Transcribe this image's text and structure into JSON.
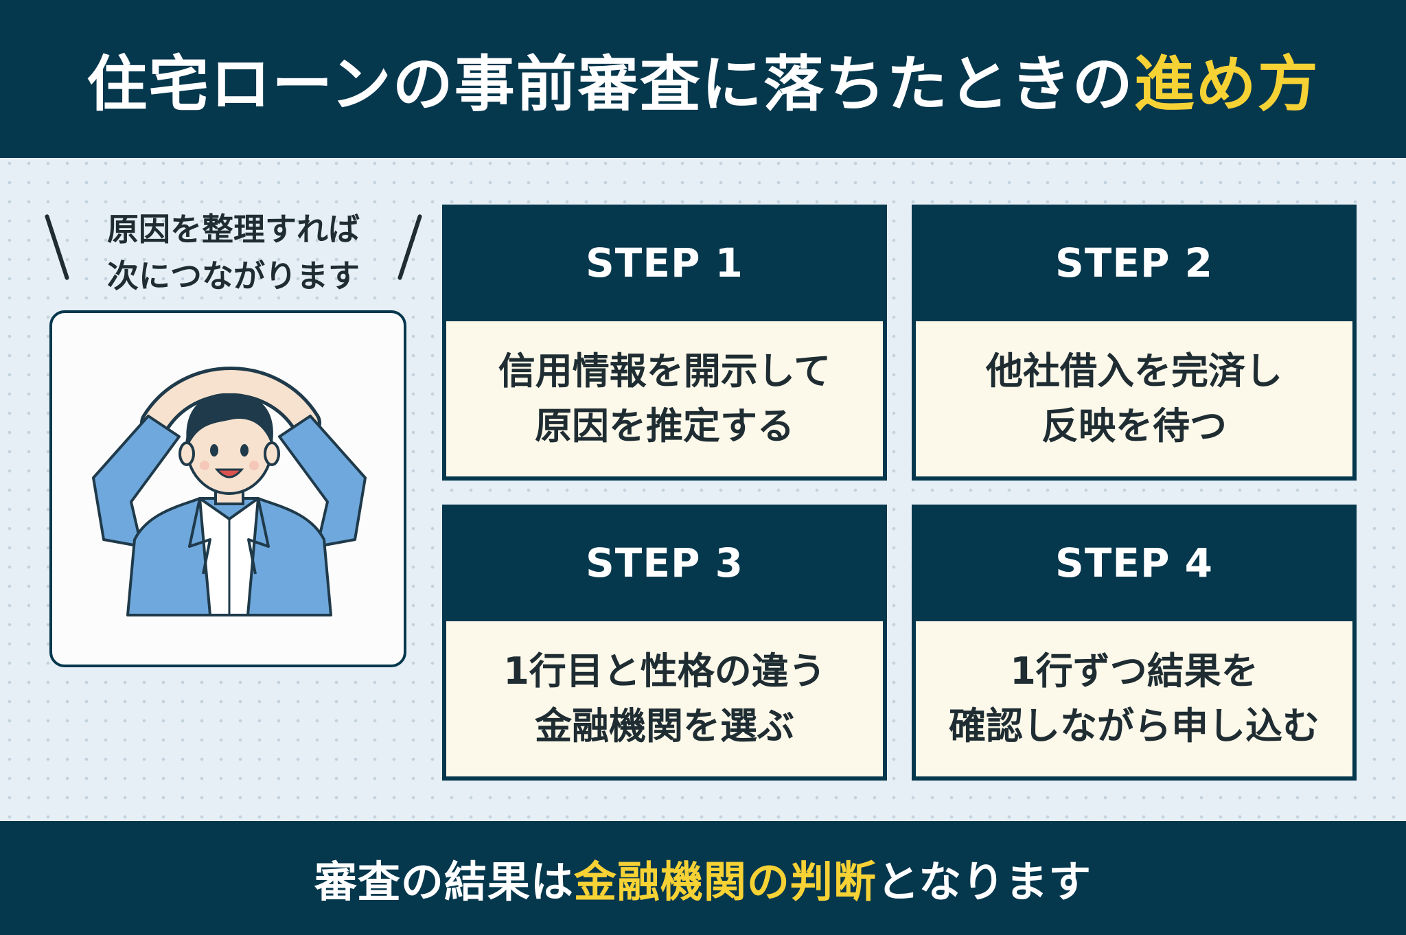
{
  "header": {
    "title_main": "住宅ローンの事前審査に落ちたときの",
    "title_highlight": "進め方"
  },
  "speech": {
    "line1": "原因を整理すれば",
    "line2": "次につながります"
  },
  "illustration": {
    "icon": "businessman-arms-circle-icon"
  },
  "steps": [
    {
      "title": "STEP 1",
      "line1": "信用情報を開示して",
      "line2": "原因を推定する"
    },
    {
      "title": "STEP 2",
      "line1": "他社借入を完済し",
      "line2": "反映を待つ"
    },
    {
      "title": "STEP 3",
      "line1": "1行目と性格の違う",
      "line2": "金融機関を選ぶ"
    },
    {
      "title": "STEP 4",
      "line1": "1行ずつ結果を",
      "line2": "確認しながら申し込む"
    }
  ],
  "footer": {
    "text_before": "審査の結果は",
    "text_highlight": "金融機関の判断",
    "text_after": "となります"
  },
  "colors": {
    "navy": "#05374d",
    "yellow": "#f7d235",
    "card_bg": "#fdf9ea",
    "page_bg": "#e6eff6"
  }
}
